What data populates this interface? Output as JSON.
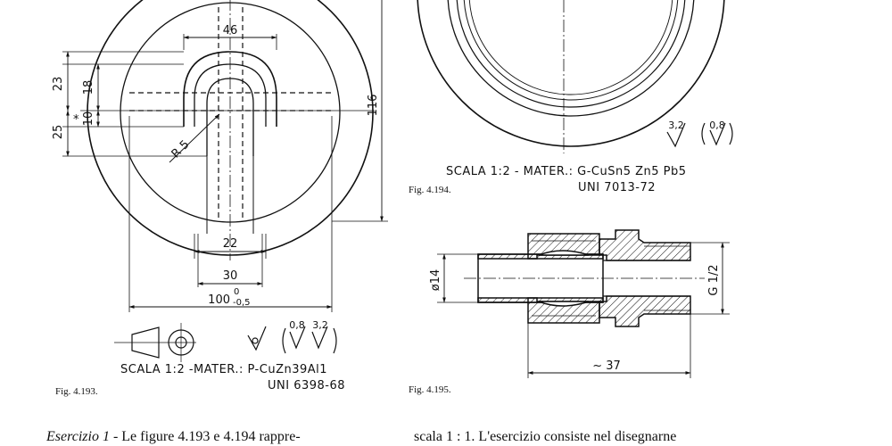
{
  "fig193": {
    "dims": {
      "d46": "46",
      "d23": "23",
      "d18": "18",
      "d25": "25",
      "star": "*",
      "d10": "10",
      "r5": "R 5",
      "d116": "116",
      "d22": "22",
      "d30": "30",
      "d100": "100",
      "tol_up": "0",
      "tol_low": "-0,5"
    },
    "rough": {
      "a": "0,8",
      "b": "3,2"
    },
    "scale_line": "SCALA 1:2 -MATER.: P-CuZn39Al1",
    "uni": "UNI 6398-68",
    "caption": "Fig. 4.193."
  },
  "fig194": {
    "rough": {
      "a": "3,2",
      "b": "0,8"
    },
    "scale_line": "SCALA 1:2  -    MATER.: G-CuSn5 Zn5 Pb5",
    "uni": "UNI 7013-72",
    "caption": "Fig. 4.194."
  },
  "fig195": {
    "dims": {
      "dia": "ø14",
      "thread": "G 1/2",
      "len": "~ 37"
    },
    "caption": "Fig. 4.195."
  },
  "text": {
    "left_italic": "Esercizio 1",
    "left_rest": " - Le figure 4.193 e 4.194 rappre-",
    "right": "scala 1 : 1. L'esercizio consiste nel disegnarne"
  }
}
